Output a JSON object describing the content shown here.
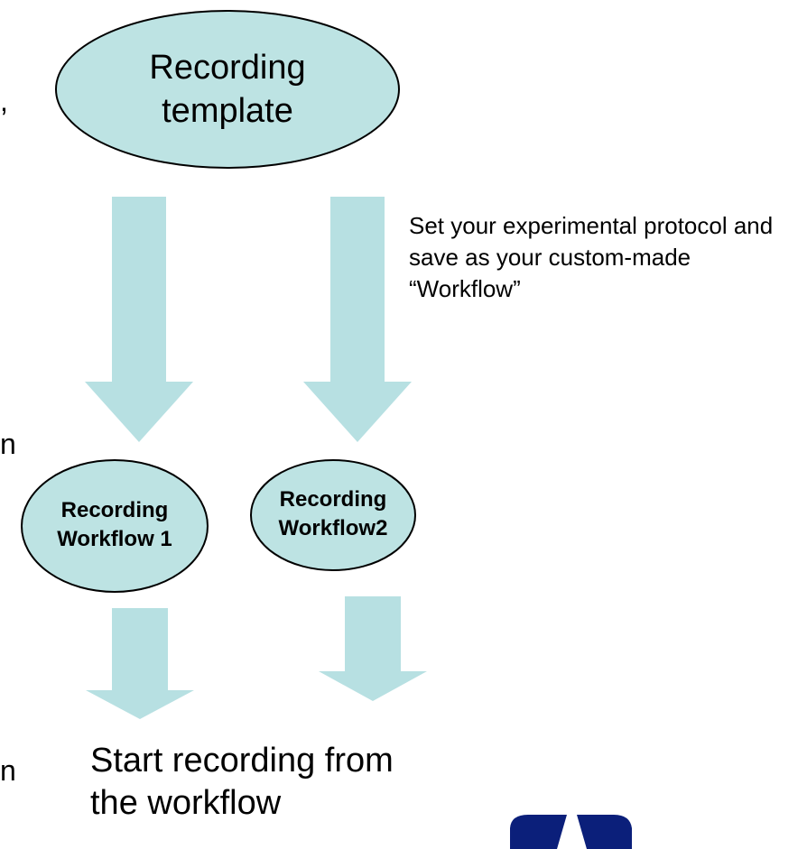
{
  "nodes": {
    "template": {
      "label": "Recording\ntemplate"
    },
    "workflow1": {
      "label": "Recording\nWorkflow 1"
    },
    "workflow2": {
      "label": "Recording\nWorkflow2"
    }
  },
  "annotation": "Set your experimental protocol and save as your custom-made “Workflow”",
  "footer": "Start recording from\nthe workflow",
  "edge_fragments": {
    "top": ",",
    "middle": "n",
    "bottom": "n"
  },
  "colors": {
    "node_fill": "#bde3e3",
    "node_stroke": "#000000",
    "arrow_fill": "#b7e0e2",
    "logo_fill": "#0b1f7a"
  },
  "icons": {
    "logo": "logo-icon"
  }
}
